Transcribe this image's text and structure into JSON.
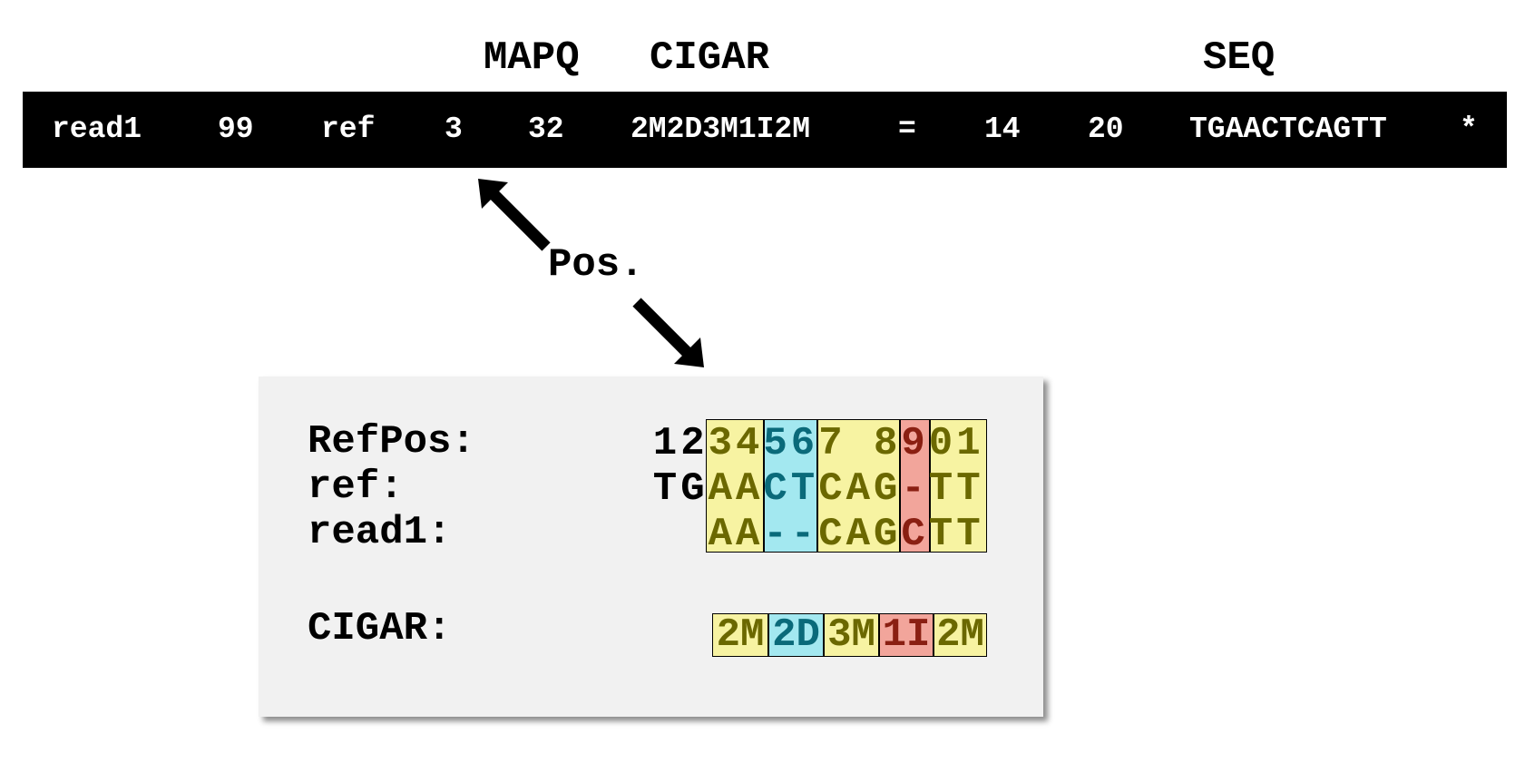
{
  "headers": {
    "mapq": "MAPQ",
    "cigar": "CIGAR",
    "seq": "SEQ"
  },
  "record": {
    "qname": "read1",
    "flag": "99",
    "rname": "ref",
    "pos": "3",
    "mapq": "32",
    "cigar": "2M2D3M1I2M",
    "rnext": "=",
    "pnext": "14",
    "tlen": "20",
    "seq": "TGAACTCAGTT",
    "qual": "*"
  },
  "pos_label": "Pos.",
  "panel": {
    "labels": {
      "refpos": "RefPos:",
      "ref": "ref:",
      "read": "read1:",
      "cigar": "CIGAR:"
    },
    "refpos": [
      "1",
      "2",
      "3",
      "4",
      "5",
      "6",
      "7",
      " ",
      "8",
      "9",
      "0",
      "1"
    ],
    "ref": [
      "T",
      "G",
      "A",
      "A",
      "C",
      "T",
      "C",
      "A",
      "G",
      "-",
      "T",
      "T"
    ],
    "read": [
      " ",
      " ",
      "A",
      "A",
      "-",
      "-",
      "C",
      "A",
      "G",
      "C",
      "T",
      "T"
    ],
    "cigar_ops": [
      "2M",
      "2D",
      "3M",
      "1I",
      "2M"
    ]
  },
  "colors": {
    "match": "#f7f3a2",
    "deletion": "#a3e8f0",
    "insertion": "#f2a59b"
  }
}
